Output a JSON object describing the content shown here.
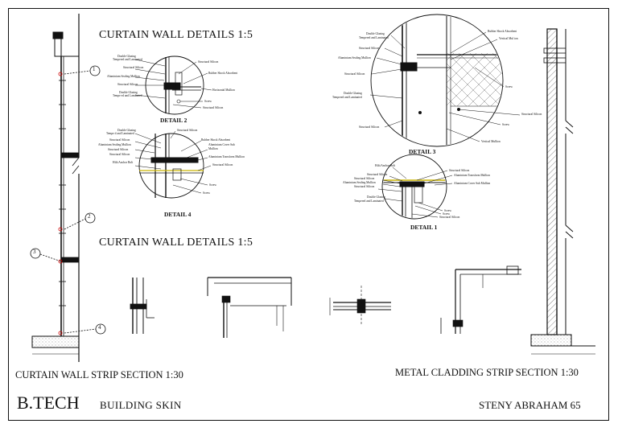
{
  "titles": {
    "details_top": "CURTAIN WALL DETAILS 1:5",
    "details_bottom": "CURTAIN WALL DETAILS 1:5",
    "strip_left": "CURTAIN WALL STRIP SECTION 1:30",
    "strip_right": "METAL CLADDING STRIP SECTION 1:30",
    "course": "B.TECH",
    "subject": "BUILDING SKIN",
    "author": "STENY ABRAHAM 65"
  },
  "detail_labels": {
    "d2": "DETAIL 2",
    "d4": "DETAIL 4",
    "d3": "DETAIL 3",
    "d1": "DETAIL 1"
  },
  "markers": [
    "1",
    "2",
    "3",
    "4"
  ],
  "annotations": {
    "d2_left": [
      "Double Glazing",
      "Tempered and Laminated",
      "Structural Silicon",
      "Aluminium Sealing Mullion",
      "Structural Silicon",
      "Double Glazing",
      "Tempe ed and Laminated"
    ],
    "d2_right": [
      "Structural Silicon",
      "Rubber Shock Absorbent",
      "Horizontal Mullion",
      "Screw",
      "Structural Silicon"
    ],
    "d4_left": [
      "Double Glazing",
      "Tempe d and Laminated",
      "Structural Silicon",
      "Aluminium Sealing Mullion",
      "Structural Silicon",
      "Structural Silicon",
      "Hilti Anchor Bolt"
    ],
    "d4_right": [
      "Structural Silicon",
      "Rubber Shock Absorbent",
      "Aluminium Cover Sub",
      "Mullion",
      "Aluminium Transform Mullion",
      "Structural Silicon",
      "Screw",
      "Screw"
    ],
    "d3_left": [
      "Double Glazing",
      "Tempered and Laminated",
      "Structural Silicon",
      "Aluminium Sealing Mullion",
      "Structural Silicon",
      "Double Glazing",
      "Tempered and Laminated",
      "Structural Silicon"
    ],
    "d3_right": [
      "Rubber Shock Absorbent",
      "Vertical Mul ion",
      "Screw",
      "Structural Silicon",
      "Screw",
      "Vertical Mullion"
    ],
    "d1_left": [
      "Hilti Anchor Bolt",
      "Structural Silicon",
      "Structural Silicon",
      "Aluminium Sealing Mullion",
      "Structural Silicon",
      "Double Glazing",
      "Tempered and Laminated"
    ],
    "d1_right": [
      "Structural Silicon",
      "Aluminium Transform Mullion",
      "Aluminium Cover Sub Mullion",
      "Screw",
      "Screw",
      "Structural Silicon"
    ]
  }
}
